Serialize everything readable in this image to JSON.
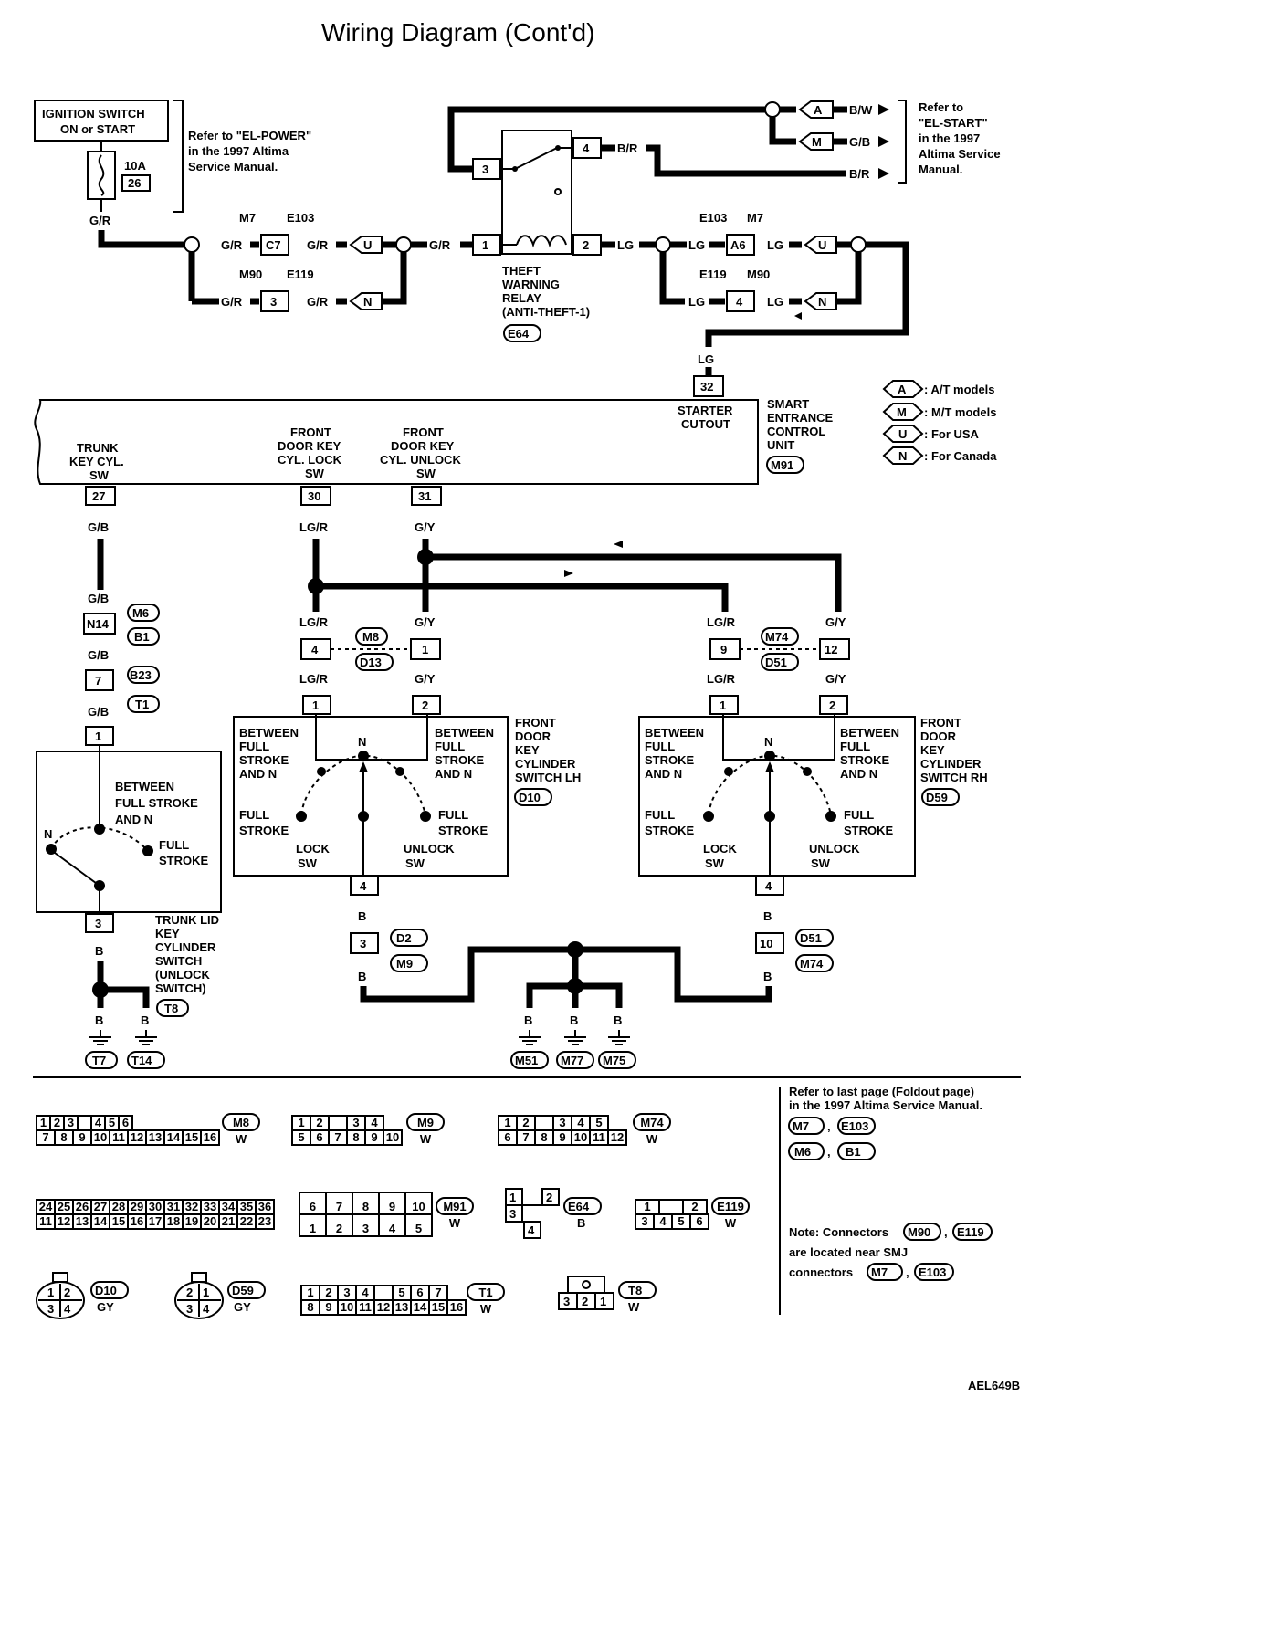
{
  "title": "Wiring Diagram (Cont'd)",
  "ignition_switch": {
    "line1": "IGNITION SWITCH",
    "line2": "ON or START",
    "fuse_amp": "10A",
    "fuse_no": "26"
  },
  "refer_power": [
    "Refer to \"EL-POWER\"",
    "in the 1997 Altima",
    "Service Manual."
  ],
  "refer_start": [
    "Refer to",
    "\"EL-START\"",
    "in the 1997",
    "Altima Service",
    "Manual."
  ],
  "relay": {
    "label": [
      "THEFT",
      "WARNING",
      "RELAY",
      "(ANTI-THEFT-1)"
    ],
    "connector": "E64",
    "pins": [
      "1",
      "2",
      "3",
      "4"
    ]
  },
  "harness_top_left": {
    "upper": {
      "conn": [
        "M7",
        "E103"
      ],
      "pin": "C7"
    },
    "lower": {
      "conn": [
        "M90",
        "E119"
      ],
      "pin": "3"
    }
  },
  "harness_top_right": {
    "upper": {
      "conn": [
        "E103",
        "M7"
      ],
      "pin": "A6"
    },
    "lower": {
      "conn": [
        "E119",
        "M90"
      ],
      "pin": "4"
    }
  },
  "wire_colors": {
    "gr": "G/R",
    "lg": "LG",
    "br": "B/R",
    "bw": "B/W",
    "gb": "G/B",
    "lgr": "LG/R",
    "gy": "G/Y",
    "b": "B"
  },
  "model_tags": {
    "a": "A",
    "m": "M",
    "u": "U",
    "n": "N"
  },
  "legend": [
    {
      "tag": "A",
      "text": ": A/T models"
    },
    {
      "tag": "M",
      "text": ": M/T models"
    },
    {
      "tag": "U",
      "text": ": For USA"
    },
    {
      "tag": "N",
      "text": ": For Canada"
    }
  ],
  "control_unit": {
    "name": [
      "SMART",
      "ENTRANCE",
      "CONTROL",
      "UNIT"
    ],
    "connector": "M91",
    "starter_pin": "32",
    "starter_label": [
      "STARTER",
      "CUTOUT"
    ],
    "pins": [
      {
        "pin": "27",
        "label": [
          "TRUNK",
          "KEY CYL.",
          "SW"
        ]
      },
      {
        "pin": "30",
        "label": [
          "FRONT",
          "DOOR KEY",
          "CYL. LOCK",
          "SW"
        ]
      },
      {
        "pin": "31",
        "label": [
          "FRONT",
          "DOOR KEY",
          "CYL. UNLOCK",
          "SW"
        ]
      }
    ]
  },
  "trunk_branch": {
    "c1": {
      "pin": "N14",
      "conn": [
        "M6",
        "B1"
      ]
    },
    "c2": {
      "pin": "7",
      "conn": [
        "B23",
        "T1"
      ]
    }
  },
  "trunk_switch": {
    "pins": [
      "1",
      "3"
    ],
    "between": [
      "BETWEEN",
      "FULL STROKE",
      "AND N"
    ],
    "n": "N",
    "full": [
      "FULL",
      "STROKE"
    ],
    "name": [
      "TRUNK LID",
      "KEY",
      "CYLINDER",
      "SWITCH",
      "(UNLOCK",
      "SWITCH)"
    ],
    "connector": "T8",
    "grounds": [
      "T7",
      "T14"
    ]
  },
  "lh": {
    "pins": {
      "a": "4",
      "b": "1",
      "c": "1",
      "d": "2",
      "gnd": "4",
      "g2": "3"
    },
    "conn_mid": [
      "M8",
      "D13"
    ],
    "gnd_conn": [
      "D2",
      "M9"
    ],
    "name": [
      "FRONT",
      "DOOR",
      "KEY",
      "CYLINDER",
      "SWITCH LH"
    ],
    "connector": "D10"
  },
  "rh": {
    "pins": {
      "a": "9",
      "b": "12",
      "c": "1",
      "d": "2",
      "gnd": "4",
      "g2": "10"
    },
    "conn_mid": [
      "M74",
      "D51"
    ],
    "gnd_conn": [
      "D51",
      "M74"
    ],
    "name": [
      "FRONT",
      "DOOR",
      "KEY",
      "CYLINDER",
      "SWITCH RH"
    ],
    "connector": "D59"
  },
  "switch_text": {
    "between": [
      "BETWEEN",
      "FULL",
      "STROKE",
      "AND N"
    ],
    "full": [
      "FULL",
      "STROKE"
    ],
    "n": "N",
    "lock": [
      "LOCK",
      "SW"
    ],
    "unlock": [
      "UNLOCK",
      "SW"
    ]
  },
  "grounds_center": [
    "M51",
    "M77",
    "M75"
  ],
  "connector_views": {
    "m8": {
      "row1": [
        "1",
        "2",
        "3",
        "",
        "4",
        "5",
        "6"
      ],
      "row2": [
        "7",
        "8",
        "9",
        "10",
        "11",
        "12",
        "13",
        "14",
        "15",
        "16"
      ],
      "name": "M8",
      "color": "W"
    },
    "m9": {
      "row1": [
        "1",
        "2",
        "",
        "3",
        "4"
      ],
      "row2": [
        "5",
        "6",
        "7",
        "8",
        "9",
        "10"
      ],
      "name": "M9",
      "color": "W"
    },
    "m74": {
      "row1": [
        "1",
        "2",
        "",
        "3",
        "4",
        "5"
      ],
      "row2": [
        "6",
        "7",
        "8",
        "9",
        "10",
        "11",
        "12"
      ],
      "name": "M74",
      "color": "W"
    },
    "m91": {
      "row1": [
        "24",
        "25",
        "26",
        "27",
        "28",
        "29",
        "30",
        "31",
        "32",
        "33",
        "34",
        "35",
        "36"
      ],
      "row2": [
        "11",
        "12",
        "13",
        "14",
        "15",
        "16",
        "17",
        "18",
        "19",
        "20",
        "21",
        "22",
        "23"
      ],
      "row3": [
        "6",
        "7",
        "8",
        "9",
        "10"
      ],
      "row4": [
        "1",
        "2",
        "3",
        "4",
        "5"
      ],
      "name": "M91",
      "color": "W"
    },
    "e64": {
      "cells": [
        "1",
        "2",
        "3",
        "4"
      ],
      "name": "E64",
      "color": "B"
    },
    "e119": {
      "row1": [
        "1",
        "",
        "2"
      ],
      "row2": [
        "3",
        "4",
        "5",
        "6"
      ],
      "name": "E119",
      "color": "W"
    },
    "d10": {
      "cells": [
        "1",
        "2",
        "3",
        "4"
      ],
      "name": "D10",
      "color": "GY"
    },
    "d59": {
      "cells": [
        "2",
        "1",
        "3",
        "4"
      ],
      "name": "D59",
      "color": "GY"
    },
    "t1": {
      "row1": [
        "1",
        "2",
        "3",
        "4",
        "",
        "5",
        "6",
        "7"
      ],
      "row2": [
        "8",
        "9",
        "10",
        "11",
        "12",
        "13",
        "14",
        "15",
        "16"
      ],
      "name": "T1",
      "color": "W"
    },
    "t8": {
      "cells": [
        "3",
        "2",
        "1"
      ],
      "name": "T8",
      "color": "W"
    }
  },
  "foldout": {
    "text": [
      "Refer to last page (Foldout page)",
      "in the 1997 Altima Service Manual."
    ],
    "pairs": [
      [
        "M7",
        "E103"
      ],
      [
        "M6",
        "B1"
      ]
    ]
  },
  "note": {
    "line1": "Note: Connectors",
    "c1": "M90",
    "c2": "E119",
    "line2": "are located near SMJ",
    "line3": "connectors",
    "c3": "M7",
    "c4": "E103"
  },
  "code": "AEL649B"
}
